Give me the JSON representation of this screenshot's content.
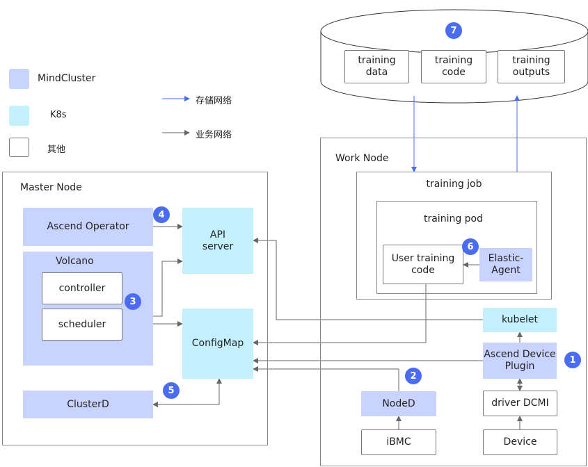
{
  "legend": {
    "mindcluster": "MindCluster",
    "k8s": "K8s",
    "other": "其他",
    "storage_network": "存储网络",
    "business_network": "业务网络"
  },
  "storage": {
    "badge": "7",
    "items": [
      "training\ndata",
      "training\ncode",
      "training\noutputs"
    ]
  },
  "master": {
    "title": "Master Node",
    "ascend_operator": "Ascend Operator",
    "volcano": "Volcano",
    "controller": "controller",
    "scheduler": "scheduler",
    "api_server": "API\nserver",
    "configmap": "ConfigMap",
    "clusterd": "ClusterD"
  },
  "work": {
    "title": "Work Node",
    "training_job": "training job",
    "training_pod": "training pod",
    "user_code": "User training\ncode",
    "elastic_agent": "Elastic-\nAgent",
    "kubelet": "kubelet",
    "device_plugin": "Ascend Device\nPlugin",
    "noded": "NodeD",
    "driver": "driver DCMI",
    "ibmc": "iBMC",
    "device": "Device"
  },
  "badges": [
    "1",
    "2",
    "3",
    "4",
    "5",
    "6"
  ],
  "colors": {
    "mindcluster": "#c8d4ff",
    "k8s": "#c3f0fc",
    "badge": "#4a6cf0",
    "storage_line": "#4a6cf0",
    "business_line": "#666666"
  }
}
